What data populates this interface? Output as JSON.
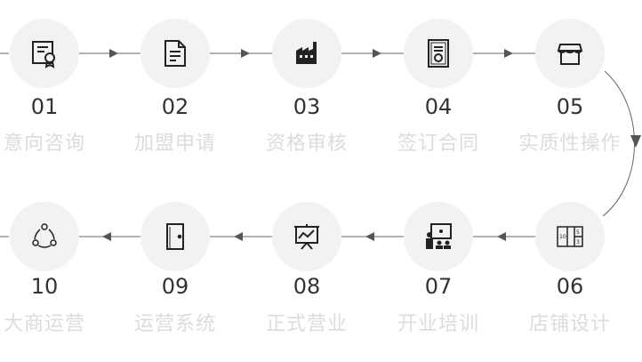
{
  "colors": {
    "line": "#666666",
    "circle_bg": "#f2f2f2",
    "number": "#333333",
    "label": "#dcdcdc",
    "icon": "#222222"
  },
  "steps": [
    {
      "num": "01",
      "label": "意向咨询",
      "icon": "certificate-icon"
    },
    {
      "num": "02",
      "label": "加盟申请",
      "icon": "document-icon"
    },
    {
      "num": "03",
      "label": "资格审核",
      "icon": "factory-icon"
    },
    {
      "num": "04",
      "label": "签订合同",
      "icon": "contract-icon"
    },
    {
      "num": "05",
      "label": "实质性操作",
      "icon": "storefront-icon"
    },
    {
      "num": "06",
      "label": "店铺设计",
      "icon": "floorplan-icon"
    },
    {
      "num": "07",
      "label": "开业培训",
      "icon": "training-icon"
    },
    {
      "num": "08",
      "label": "正式营业",
      "icon": "presentation-chart-icon"
    },
    {
      "num": "09",
      "label": "运营系统",
      "icon": "door-icon"
    },
    {
      "num": "10",
      "label": "大商运营",
      "icon": "cycle-icon"
    }
  ]
}
